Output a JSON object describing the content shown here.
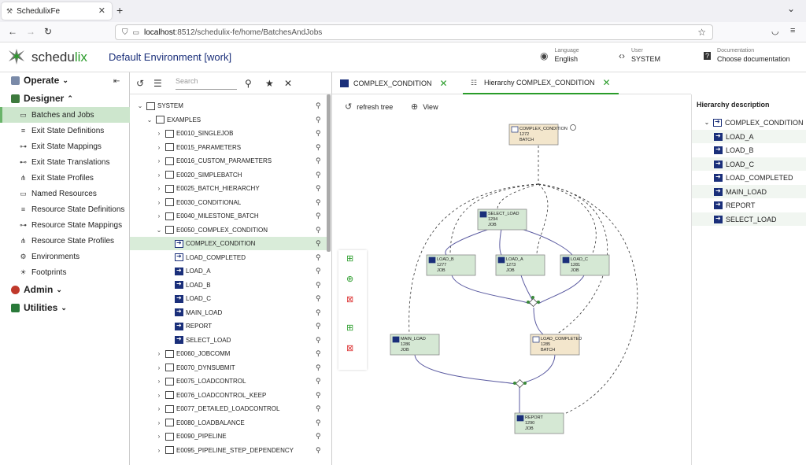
{
  "browser": {
    "tab_title": "SchedulixFe",
    "url_host": "localhost",
    "url_rest": ":8512/schedulix-fe/home/BatchesAndJobs"
  },
  "header": {
    "brand_main": "schedu",
    "brand_accent": "lix",
    "environment": "Default Environment [work]",
    "language_label": "Language",
    "language_value": "English",
    "user_label": "User",
    "user_value": "SYSTEM",
    "docs_label": "Documentation",
    "docs_value": "Choose documentation"
  },
  "leftnav": {
    "operate": "Operate",
    "designer": "Designer",
    "admin": "Admin",
    "utilities": "Utilities",
    "items": [
      {
        "label": "Batches and Jobs",
        "icon": "folder-icon"
      },
      {
        "label": "Exit State Definitions",
        "icon": "list-icon"
      },
      {
        "label": "Exit State Mappings",
        "icon": "mapping-icon"
      },
      {
        "label": "Exit State Translations",
        "icon": "translation-icon"
      },
      {
        "label": "Exit State Profiles",
        "icon": "profile-icon"
      },
      {
        "label": "Named Resources",
        "icon": "folder-icon"
      },
      {
        "label": "Resource State Definitions",
        "icon": "list-icon"
      },
      {
        "label": "Resource State Mappings",
        "icon": "mapping-icon"
      },
      {
        "label": "Resource State Profiles",
        "icon": "profile-icon"
      },
      {
        "label": "Environments",
        "icon": "gear-icon"
      },
      {
        "label": "Footprints",
        "icon": "lightbulb-icon"
      }
    ]
  },
  "tree": {
    "search_placeholder": "Search",
    "rows": [
      {
        "label": "SYSTEM",
        "indent": 0,
        "chev": "down",
        "icon": "folder"
      },
      {
        "label": "EXAMPLES",
        "indent": 1,
        "chev": "down",
        "icon": "folder"
      },
      {
        "label": "E0010_SINGLEJOB",
        "indent": 2,
        "chev": "right",
        "icon": "folder"
      },
      {
        "label": "E0015_PARAMETERS",
        "indent": 2,
        "chev": "right",
        "icon": "folder"
      },
      {
        "label": "E0016_CUSTOM_PARAMETERS",
        "indent": 2,
        "chev": "right",
        "icon": "folder"
      },
      {
        "label": "E0020_SIMPLEBATCH",
        "indent": 2,
        "chev": "right",
        "icon": "folder"
      },
      {
        "label": "E0025_BATCH_HIERARCHY",
        "indent": 2,
        "chev": "right",
        "icon": "folder"
      },
      {
        "label": "E0030_CONDITIONAL",
        "indent": 2,
        "chev": "right",
        "icon": "folder"
      },
      {
        "label": "E0040_MILESTONE_BATCH",
        "indent": 2,
        "chev": "right",
        "icon": "folder"
      },
      {
        "label": "E0050_COMPLEX_CONDITION",
        "indent": 2,
        "chev": "down",
        "icon": "folder"
      },
      {
        "label": "COMPLEX_CONDITION",
        "indent": 3,
        "chev": "",
        "icon": "job",
        "selected": true
      },
      {
        "label": "LOAD_COMPLETED",
        "indent": 3,
        "chev": "",
        "icon": "job"
      },
      {
        "label": "LOAD_A",
        "indent": 3,
        "chev": "",
        "icon": "jobfull"
      },
      {
        "label": "LOAD_B",
        "indent": 3,
        "chev": "",
        "icon": "jobfull"
      },
      {
        "label": "LOAD_C",
        "indent": 3,
        "chev": "",
        "icon": "jobfull"
      },
      {
        "label": "MAIN_LOAD",
        "indent": 3,
        "chev": "",
        "icon": "jobfull"
      },
      {
        "label": "REPORT",
        "indent": 3,
        "chev": "",
        "icon": "jobfull"
      },
      {
        "label": "SELECT_LOAD",
        "indent": 3,
        "chev": "",
        "icon": "jobfull"
      },
      {
        "label": "E0060_JOBCOMM",
        "indent": 2,
        "chev": "right",
        "icon": "folder"
      },
      {
        "label": "E0070_DYNSUBMIT",
        "indent": 2,
        "chev": "right",
        "icon": "folder"
      },
      {
        "label": "E0075_LOADCONTROL",
        "indent": 2,
        "chev": "right",
        "icon": "folder"
      },
      {
        "label": "E0076_LOADCONTROL_KEEP",
        "indent": 2,
        "chev": "right",
        "icon": "folder"
      },
      {
        "label": "E0077_DETAILED_LOADCONTROL",
        "indent": 2,
        "chev": "right",
        "icon": "folder"
      },
      {
        "label": "E0080_LOADBALANCE",
        "indent": 2,
        "chev": "right",
        "icon": "folder"
      },
      {
        "label": "E0090_PIPELINE",
        "indent": 2,
        "chev": "right",
        "icon": "folder"
      },
      {
        "label": "E0095_PIPELINE_STEP_DEPENDENCY",
        "indent": 2,
        "chev": "right",
        "icon": "folder"
      }
    ]
  },
  "center": {
    "tabs": [
      {
        "label": "COMPLEX_CONDITION",
        "active": false
      },
      {
        "label": "Hierarchy COMPLEX_CONDITION",
        "active": true
      }
    ],
    "refresh_label": "refresh tree",
    "view_label": "View"
  },
  "graph": {
    "nodes": [
      {
        "id": "cc",
        "name": "COMPLEX_CONDITION",
        "num": "1272",
        "type": "BATCH",
        "kind": "batch"
      },
      {
        "id": "sl",
        "name": "SELECT_LOAD",
        "num": "1294",
        "type": "JOB",
        "kind": "job"
      },
      {
        "id": "lb",
        "name": "LOAD_B",
        "num": "1277",
        "type": "JOB",
        "kind": "job"
      },
      {
        "id": "la",
        "name": "LOAD_A",
        "num": "1273",
        "type": "JOB",
        "kind": "job"
      },
      {
        "id": "lc",
        "name": "LOAD_C",
        "num": "1281",
        "type": "JOB",
        "kind": "job"
      },
      {
        "id": "ml",
        "name": "MAIN_LOAD",
        "num": "1286",
        "type": "JOB",
        "kind": "job"
      },
      {
        "id": "lco",
        "name": "LOAD_COMPLETED",
        "num": "1285",
        "type": "BATCH",
        "kind": "batch"
      },
      {
        "id": "rp",
        "name": "REPORT",
        "num": "1290",
        "type": "JOB",
        "kind": "job"
      }
    ]
  },
  "hierarchy": {
    "title": "Hierarchy description",
    "root": "COMPLEX_CONDITION",
    "children": [
      "LOAD_A",
      "LOAD_B",
      "LOAD_C",
      "LOAD_COMPLETED",
      "MAIN_LOAD",
      "REPORT",
      "SELECT_LOAD"
    ]
  },
  "colors": {
    "accent": "#2a9c2a",
    "job_fill": "#d5e8d4",
    "batch_fill": "#f3e6cc",
    "edge": "#5a5aa0",
    "env_blue": "#1a2f7a"
  }
}
